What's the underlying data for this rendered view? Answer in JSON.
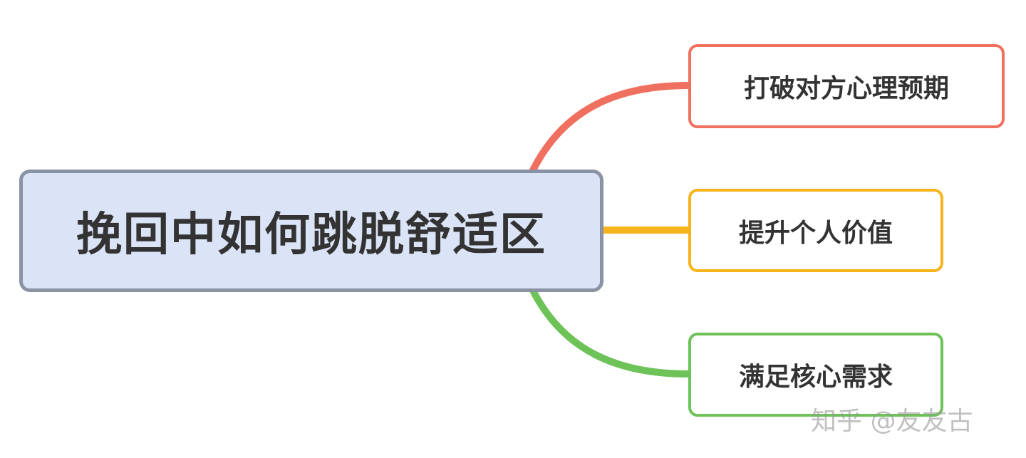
{
  "root": {
    "label": "挽回中如何跳脱舒适区",
    "fill_color": "#dbe3f6",
    "border_color": "#8993a4"
  },
  "branches": [
    {
      "label": "打破对方心理预期",
      "color": "#f0705f"
    },
    {
      "label": "提升个人价值",
      "color": "#f5b41c"
    },
    {
      "label": "满足核心需求",
      "color": "#6dc258"
    }
  ],
  "watermark": "知乎 @友友古"
}
